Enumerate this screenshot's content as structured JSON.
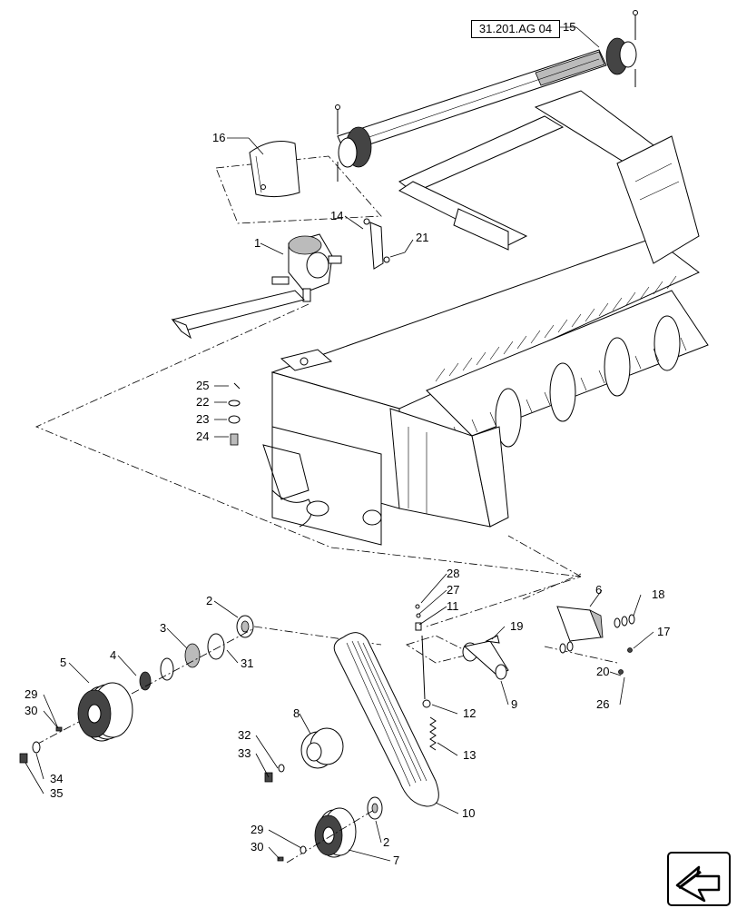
{
  "reference_box": "31.201.AG 04",
  "callouts": {
    "c1": "1",
    "c2a": "2",
    "c2b": "2",
    "c3": "3",
    "c4": "4",
    "c5": "5",
    "c6": "6",
    "c7": "7",
    "c8": "8",
    "c9": "9",
    "c10": "10",
    "c11": "11",
    "c12": "12",
    "c13": "13",
    "c14": "14",
    "c15": "15",
    "c16": "16",
    "c17": "17",
    "c18": "18",
    "c19": "19",
    "c20": "20",
    "c21": "21",
    "c22": "22",
    "c23": "23",
    "c24": "24",
    "c25": "25",
    "c26": "26",
    "c27": "27",
    "c28": "28",
    "c29a": "29",
    "c29b": "29",
    "c30a": "30",
    "c30b": "30",
    "c31": "31",
    "c32": "32",
    "c33": "33",
    "c34": "34",
    "c35": "35"
  },
  "icons": {
    "nav": "page-navigation-arrow-icon"
  }
}
